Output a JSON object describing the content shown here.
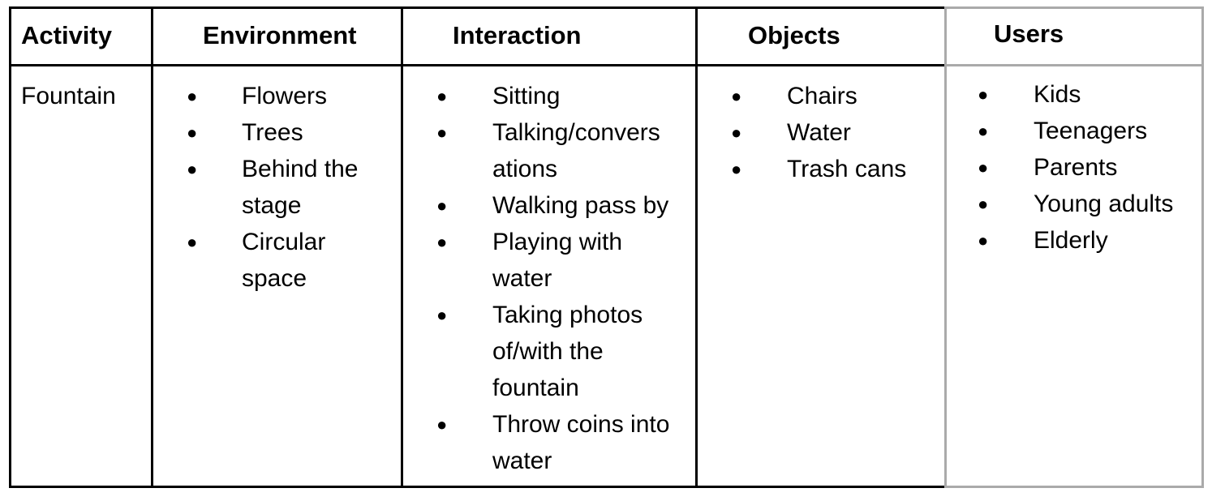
{
  "headers": {
    "activity": "Activity",
    "environment": "Environment",
    "interaction": "Interaction",
    "objects": "Objects",
    "users": "Users"
  },
  "row": {
    "activity": "Fountain",
    "environment": [
      "Flowers",
      "Trees",
      "Behind the",
      "stage",
      "Circular",
      "space"
    ],
    "interaction": [
      "Sitting",
      "Talking/convers",
      "ations",
      "Walking pass by",
      "Playing with",
      "water",
      "Taking photos",
      "of/with the",
      "fountain",
      "Throw coins into",
      "water"
    ],
    "objects": [
      "Chairs",
      "Water",
      "Trash cans"
    ],
    "users": [
      "Kids",
      "Teenagers",
      "Parents",
      "Young adults",
      "Elderly"
    ]
  },
  "bullet_glyph": "●"
}
